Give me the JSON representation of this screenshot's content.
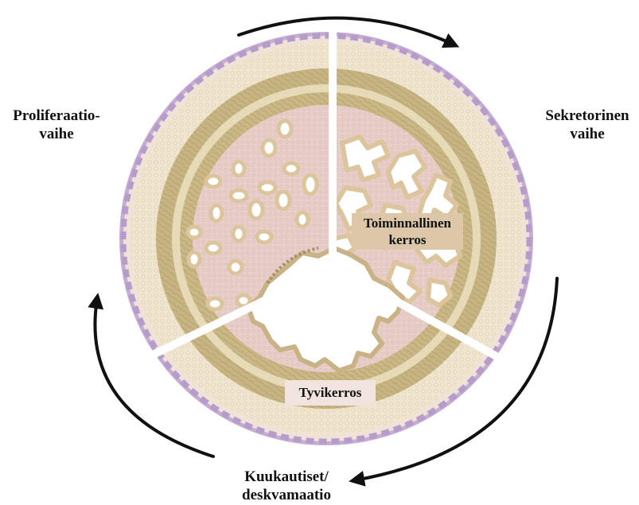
{
  "phases": {
    "proliferative": {
      "line1": "Proliferaatio-",
      "line2": "vaihe"
    },
    "secretory": {
      "line1": "Sekretorinen",
      "line2": "vaihe"
    },
    "menstrual": {
      "line1": "Kuukautiset/",
      "line2": "deskvamaatio"
    }
  },
  "regions": {
    "functional_layer": {
      "line1": "Toiminnallinen",
      "line2": "kerros"
    },
    "basal_layer": "Tyvikerros"
  },
  "colors": {
    "serosa": "#c5aed3",
    "outer_wall": "#f0e6cf",
    "myometrium": "#c6b483",
    "stroma": "#e8cfc9",
    "glands": "#dcc59d",
    "arrows": "#111111"
  }
}
